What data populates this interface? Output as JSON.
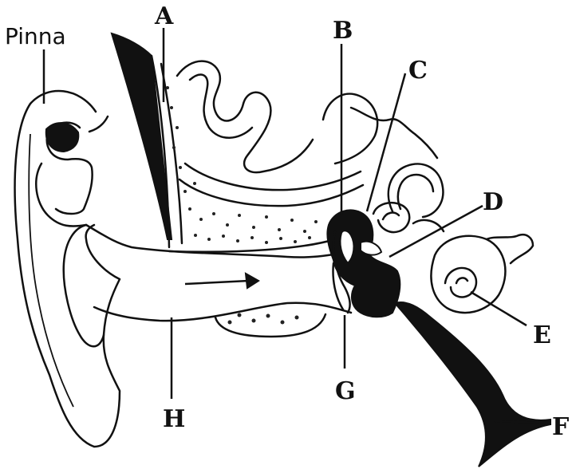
{
  "labels": {
    "pinna": "Pinna",
    "a": "A",
    "b": "B",
    "c": "C",
    "d": "D",
    "e": "E",
    "f": "F",
    "g": "G",
    "h": "H"
  }
}
